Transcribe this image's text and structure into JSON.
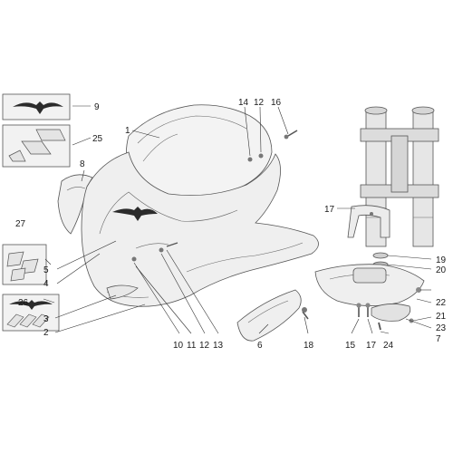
{
  "diagram": {
    "callouts": {
      "n1": "1",
      "n2": "2",
      "n3": "3",
      "n4": "4",
      "n5": "5",
      "n6": "6",
      "n7": "7",
      "n8": "8",
      "n9": "9",
      "n10": "10",
      "n11": "11",
      "n12a": "12",
      "n12b": "12",
      "n13": "13",
      "n14": "14",
      "n15": "15",
      "n16": "16",
      "n17a": "17",
      "n17b": "17",
      "n18": "18",
      "n19": "19",
      "n20": "20",
      "n21": "21",
      "n22": "22",
      "n23": "23",
      "n24": "24",
      "n25": "25",
      "n26": "26",
      "n27": "27"
    },
    "colors": {
      "part_fill": "#efefef",
      "part_stroke": "#555555",
      "fork_fill": "#e6e6e6",
      "decal_fill": "#f2f2f2",
      "eagle": "#2b2b2b"
    },
    "icons": [
      "eagle-logo-icon"
    ]
  }
}
